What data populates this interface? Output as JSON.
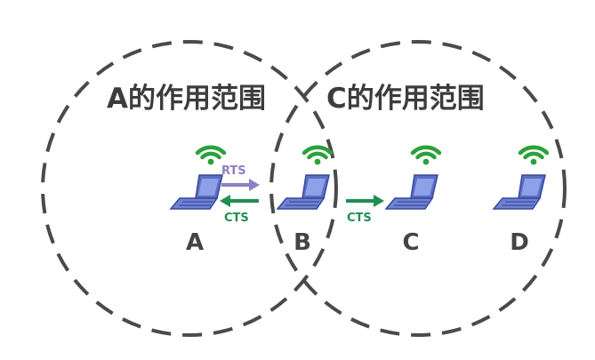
{
  "colors": {
    "circle": "#4a4a4a",
    "rts": "#8f7fc4",
    "cts": "#1f8f52",
    "wifi": "#2aa13a",
    "laptop": "#5b6fc4",
    "text": "#3c3c3c"
  },
  "ranges": [
    {
      "label": "A的作用范围"
    },
    {
      "label": "C的作用范围"
    }
  ],
  "nodes": [
    {
      "label": "A",
      "icon": "laptop-wifi-icon"
    },
    {
      "label": "B",
      "icon": "laptop-wifi-icon"
    },
    {
      "label": "C",
      "icon": "laptop-wifi-icon"
    },
    {
      "label": "D",
      "icon": "laptop-wifi-icon"
    }
  ],
  "messages": [
    {
      "label": "RTS",
      "from": "A",
      "to": "B"
    },
    {
      "label": "CTS",
      "from": "B",
      "to": "A"
    },
    {
      "label": "CTS",
      "from": "B",
      "to": "C"
    }
  ]
}
